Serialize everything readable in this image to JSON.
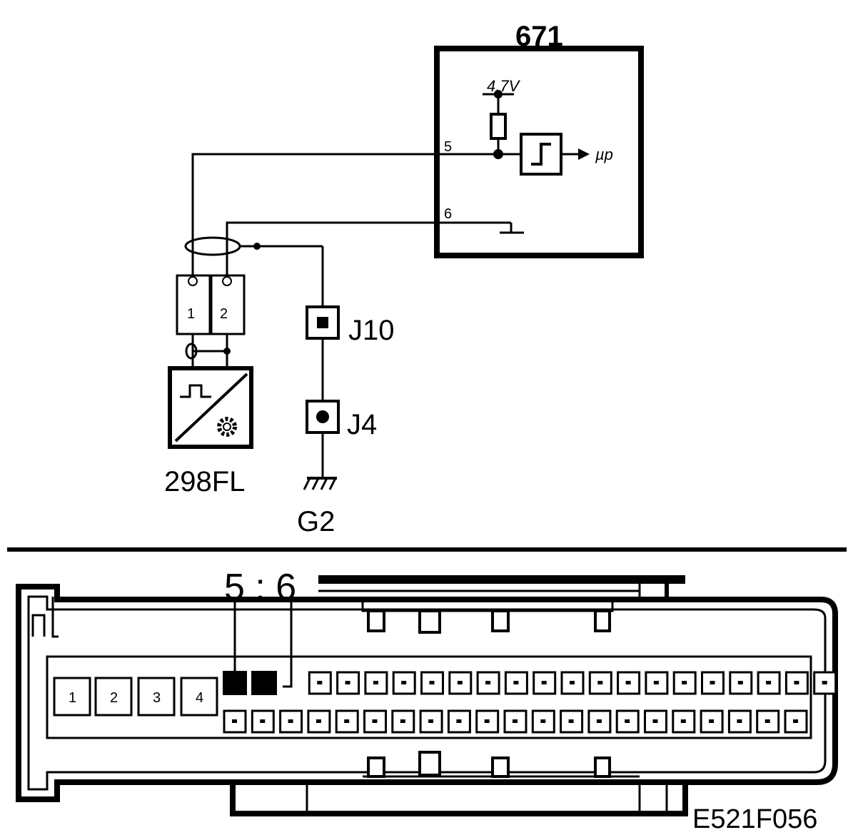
{
  "diagram": {
    "ecu": {
      "label": "671",
      "pin_signal": "5",
      "pin_ground": "6",
      "supply_voltage": "4.7V",
      "output": "µp"
    },
    "connector": {
      "pin1": "1",
      "pin2": "2"
    },
    "sensor": {
      "label": "298FL"
    },
    "junctions": [
      {
        "label": "J10"
      },
      {
        "label": "J4"
      }
    ],
    "ground": {
      "label": "G2"
    },
    "plug": {
      "callout_pins": "5 : 6",
      "reference": "E521F056",
      "top_row": [
        "1",
        "2",
        "3",
        "4"
      ]
    }
  }
}
